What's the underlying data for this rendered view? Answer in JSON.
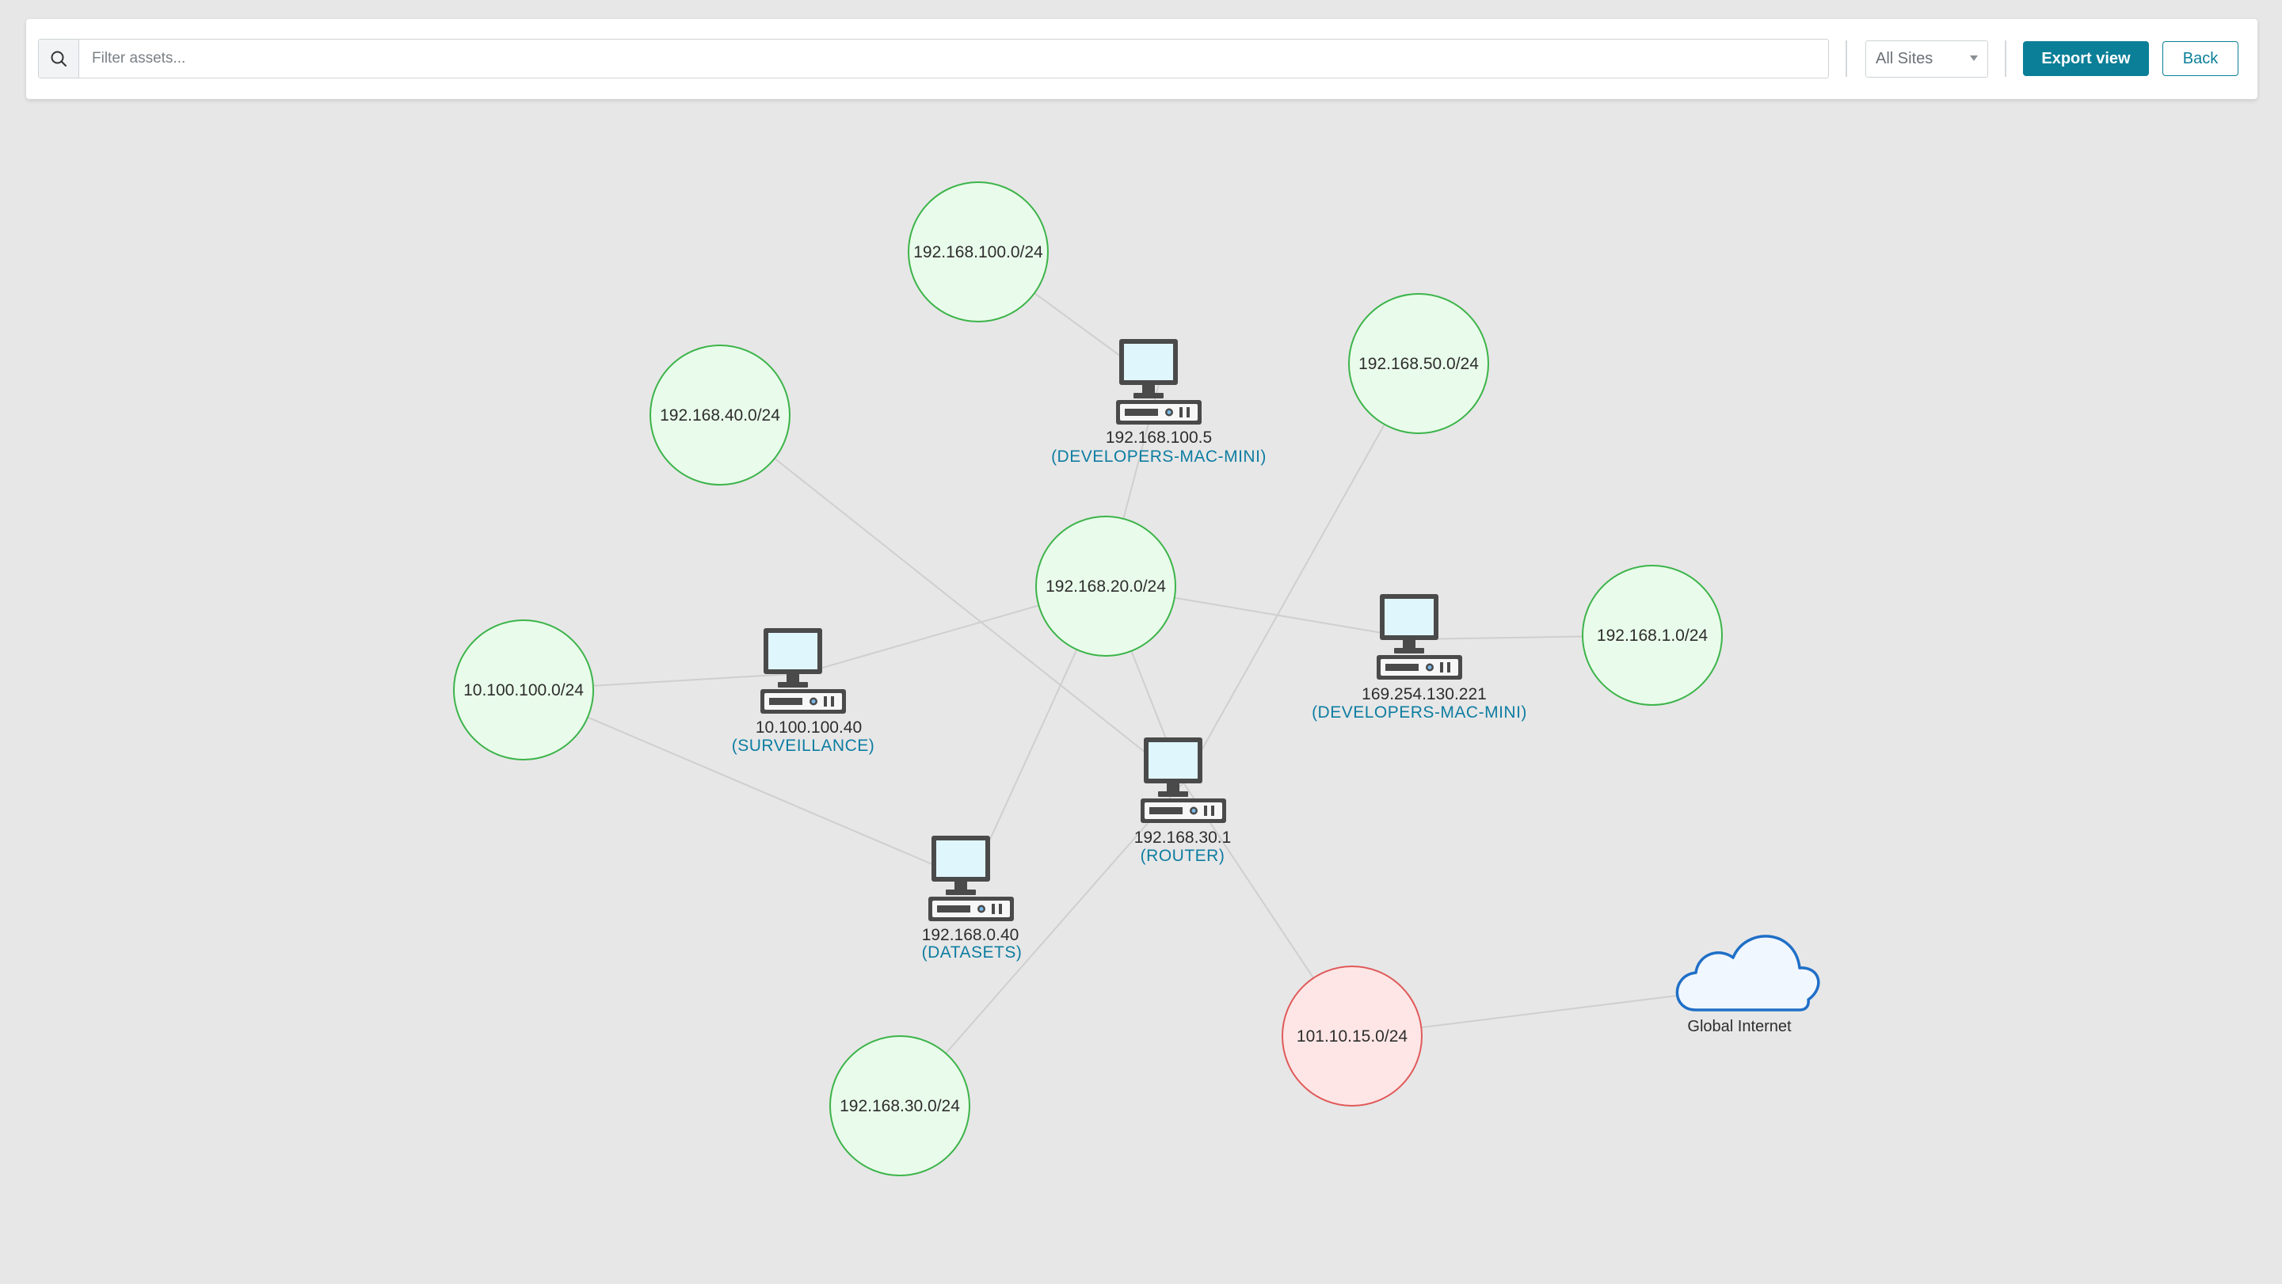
{
  "toolbar": {
    "search_placeholder": "Filter assets...",
    "site_selected": "All Sites",
    "export_label": "Export view",
    "back_label": "Back"
  },
  "colors": {
    "accent": "#0b7f98",
    "subnet_fill": "#e9fbea",
    "subnet_stroke": "#3cb44a",
    "external_fill": "#ffe6e6",
    "external_stroke": "#e05a5a",
    "host_name": "#0e7da1",
    "edge": "#cfcfcf"
  },
  "subnets": [
    {
      "id": "s100",
      "label": "192.168.100.0/24",
      "kind": "internal"
    },
    {
      "id": "s40",
      "label": "192.168.40.0/24",
      "kind": "internal"
    },
    {
      "id": "s50",
      "label": "192.168.50.0/24",
      "kind": "internal"
    },
    {
      "id": "s20",
      "label": "192.168.20.0/24",
      "kind": "internal"
    },
    {
      "id": "s10",
      "label": "10.100.100.0/24",
      "kind": "internal"
    },
    {
      "id": "s1",
      "label": "192.168.1.0/24",
      "kind": "internal"
    },
    {
      "id": "s30",
      "label": "192.168.30.0/24",
      "kind": "internal"
    },
    {
      "id": "sext",
      "label": "101.10.15.0/24",
      "kind": "external"
    }
  ],
  "hosts": [
    {
      "id": "hmac",
      "ip": "192.168.100.5",
      "name": "(DEVELOPERS-MAC-MINI)"
    },
    {
      "id": "hsurv",
      "ip": "10.100.100.40",
      "name": "(SURVEILLANCE)"
    },
    {
      "id": "hdev2",
      "ip": "169.254.130.221",
      "name": "(DEVELOPERS-MAC-MINI)"
    },
    {
      "id": "hrouter",
      "ip": "192.168.30.1",
      "name": "(ROUTER)"
    },
    {
      "id": "hdata",
      "ip": "192.168.0.40",
      "name": "(DATASETS)"
    }
  ],
  "internet": {
    "id": "inet",
    "label": "Global Internet",
    "icon": "cloud-icon"
  },
  "edges": [
    [
      "s100",
      "hmac"
    ],
    [
      "hmac",
      "s20"
    ],
    [
      "s40",
      "hrouter"
    ],
    [
      "s10",
      "hsurv"
    ],
    [
      "hsurv",
      "s20"
    ],
    [
      "s20",
      "hdev2"
    ],
    [
      "hdev2",
      "s1"
    ],
    [
      "s20",
      "hrouter"
    ],
    [
      "s50",
      "hrouter"
    ],
    [
      "s20",
      "hdata"
    ],
    [
      "s10",
      "hdata"
    ],
    [
      "hrouter",
      "s30"
    ],
    [
      "hrouter",
      "sext"
    ],
    [
      "sext",
      "inet"
    ]
  ]
}
